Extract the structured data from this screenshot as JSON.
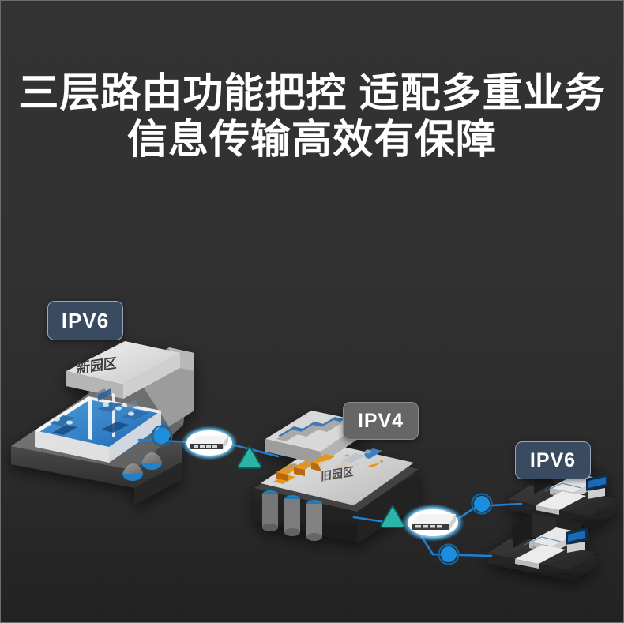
{
  "page": {
    "background_top": "#333333",
    "background_bottom": "#222222"
  },
  "title": {
    "line1": "三层路由功能把控 适配多重业务",
    "line2": "信息传输高效有保障",
    "color": "#ffffff"
  },
  "badges": [
    {
      "id": "ipv6-left",
      "label": "IPV6",
      "style": "blue",
      "fill": "#3a4a60",
      "border": "#93a7bd"
    },
    {
      "id": "ipv4-mid",
      "label": "IPV4",
      "style": "gray",
      "fill": "#666666",
      "border": "#8c8c8c"
    },
    {
      "id": "ipv6-right",
      "label": "IPV6",
      "style": "blue",
      "fill": "#3a4a60",
      "border": "#93a7bd"
    }
  ],
  "sites": {
    "new_campus": {
      "roof_label": "新园区",
      "description": "三维剖面办公园区建筑",
      "platform_color": "#4a4a4a",
      "interior_color": "#2b7fd4"
    },
    "old_campus": {
      "roof_label": "旧园区",
      "description": "三维剖面工业厂区",
      "platform_color": "#3a3a3a",
      "machine_accent": "#e8951f"
    },
    "data_centers": {
      "count": 2,
      "description": "两个机房平台，含机柜与显示屏",
      "platform_color": "#2e2e2e",
      "rack_color": "#e6e6e6"
    }
  },
  "network": {
    "link_color": "#1f7fd4",
    "node_color": "#1a8fe0",
    "node_ring_color": "#1565a8",
    "marker_color": "#2ab5a8",
    "marker_outline": "#166b62",
    "device_highlight": "#ffffff",
    "device_glow": "#29a8ef",
    "devices": [
      {
        "id": "router-1",
        "type": "router-switch",
        "label": ""
      },
      {
        "id": "router-2",
        "type": "router-switch",
        "label": ""
      }
    ],
    "markers": [
      {
        "id": "marker-1",
        "shape": "triangle"
      },
      {
        "id": "marker-2",
        "shape": "triangle"
      }
    ],
    "nodes": [
      {
        "id": "node-1"
      },
      {
        "id": "node-2"
      },
      {
        "id": "node-3"
      },
      {
        "id": "node-4"
      }
    ]
  }
}
